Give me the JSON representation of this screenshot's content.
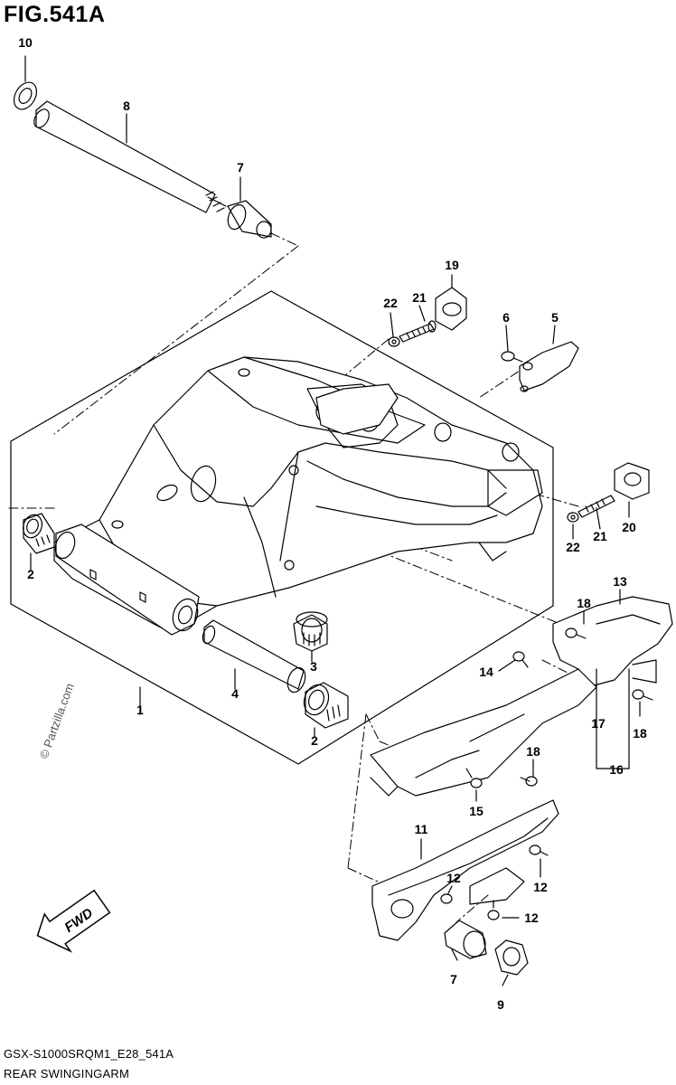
{
  "figure": {
    "title": "FIG.541A"
  },
  "watermark": "© Partzilla.com",
  "fwd_label": "FWD",
  "footer": {
    "code": "GSX-S1000SRQM1_E28_541A",
    "name": "REAR SWINGINGARM"
  },
  "callouts": [
    {
      "id": "c10",
      "text": "10"
    },
    {
      "id": "c8",
      "text": "8"
    },
    {
      "id": "c7a",
      "text": "7"
    },
    {
      "id": "c19",
      "text": "19"
    },
    {
      "id": "c22a",
      "text": "22"
    },
    {
      "id": "c21a",
      "text": "21"
    },
    {
      "id": "c6",
      "text": "6"
    },
    {
      "id": "c5",
      "text": "5"
    },
    {
      "id": "c2a",
      "text": "2"
    },
    {
      "id": "c20",
      "text": "20"
    },
    {
      "id": "c21b",
      "text": "21"
    },
    {
      "id": "c22b",
      "text": "22"
    },
    {
      "id": "c13",
      "text": "13"
    },
    {
      "id": "c18a",
      "text": "18"
    },
    {
      "id": "c3",
      "text": "3"
    },
    {
      "id": "c4",
      "text": "4"
    },
    {
      "id": "c1",
      "text": "1"
    },
    {
      "id": "c2b",
      "text": "2"
    },
    {
      "id": "c14",
      "text": "14"
    },
    {
      "id": "c17",
      "text": "17"
    },
    {
      "id": "c18b",
      "text": "18"
    },
    {
      "id": "c16",
      "text": "16"
    },
    {
      "id": "c18c",
      "text": "18"
    },
    {
      "id": "c15",
      "text": "15"
    },
    {
      "id": "c11",
      "text": "11"
    },
    {
      "id": "c12a",
      "text": "12"
    },
    {
      "id": "c12b",
      "text": "12"
    },
    {
      "id": "c12c",
      "text": "12"
    },
    {
      "id": "c7b",
      "text": "7"
    },
    {
      "id": "c9",
      "text": "9"
    }
  ]
}
